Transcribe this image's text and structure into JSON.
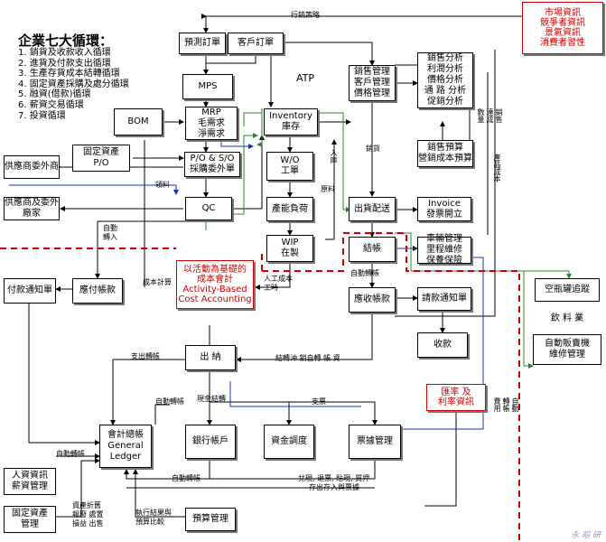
{
  "title": "企業七大循環：",
  "cycles": [
    "1. 銷貨及收款收入循環",
    "2. 進貨及付款支出循環",
    "3. 生產存貨成本結轉循環",
    "4. 固定資產採購及處分循環",
    "5. 融資(借款)循環",
    "6. 薪資交易循環",
    "7. 投資循環"
  ],
  "market_info": "市場資訊\n競爭者資訊\n景氣資訊\n消費者習性",
  "abc_box": "以活動為基礎的\n成本會計\nActivity-Based\nCost Accounting",
  "rate_box": "匯率 及\n利率資訊",
  "boxes": {
    "forecast_order": "預測訂單",
    "customer_order": "客戶訂單",
    "mps": "MPS",
    "mrp": "MRP\n毛需求\n淨需求",
    "bom": "BOM",
    "inventory": "Inventory\n庫存",
    "sales_mgmt": "銷售管理\n客戶管理\n價格管理",
    "sales_analysis": "銷售分析\n利潤分析\n價格分析\n通 路 分析\n促銷分析",
    "fixed_asset_po": "固定資產\nP/O",
    "po_so": "P/O & S/O\n採購委外單",
    "wo": "W/O\n工單",
    "supplier_outsource": "供應商委外商",
    "sales_budget": "銷售預算\n營銷成本預算",
    "qc": "QC",
    "capacity": "產能負荷",
    "shipping": "出貨配送",
    "invoice": "Invoice\n發票開立",
    "supplier_return": "供應商及委外\n廠家",
    "wip": "WIP\n在製",
    "settlement": "結帳",
    "vehicle_mgmt": "車輛管理\n里程維修\n保養保險",
    "payment_notice": "付款通知單",
    "payable": "應付帳款",
    "receivable": "應收帳款",
    "billing_notice": "請款通知單",
    "collection": "收款",
    "vending_mgmt": "空瓶罐追蹤",
    "beverage_mgmt": "飲 料 業",
    "vending_repair": "自動販賣機\n維修管理",
    "cashier": "出 納",
    "ledger": "會計總帳\nGeneral\nLedger",
    "bank_account": "銀行帳戶",
    "fund_dispatch": "資金調度",
    "note_mgmt": "票據管理",
    "hr_payroll": "人資資訊\n薪資管理",
    "fixed_asset_mgmt": "固定資產\n管理",
    "budget_mgmt": "預算管理"
  },
  "labels": {
    "sales_strategy": "行銷策略",
    "atp": "ATP",
    "sales_goods": "銷貨",
    "in_warehouse": "入庫",
    "receive_material": "領料",
    "purchase_material": "原料",
    "auto_transfer_1": "自動\n轉入",
    "auto_transfer_2": "自動轉帳",
    "cost_calc": "成本計算",
    "cost_detail": "人工成本\n工時",
    "pay_transfer": "支出轉帳",
    "transfer_notice": "結轉沖 銷自轉 帳 資",
    "auto_account": "自動轉帳",
    "cash_settle": "現金結轉",
    "pay": "支票",
    "auto_transfer_3": "自動轉帳",
    "auto_transfer_4": "自動轉帳",
    "check_note": "兌現, 退票, 貼現, 質押",
    "save_note": "存出存入與票據",
    "depr": "資產折舊\n報廢 處置\n損益 出售",
    "budget_compare": "執行結果與\n預算比較",
    "auto_cost": "自動\n轉帳\n費用",
    "input_cost": "進貨\n成本",
    "sales_qty": "銷售\n達成\n數量",
    "product_cost": "產品成本"
  },
  "watermark": "永 昭 研"
}
